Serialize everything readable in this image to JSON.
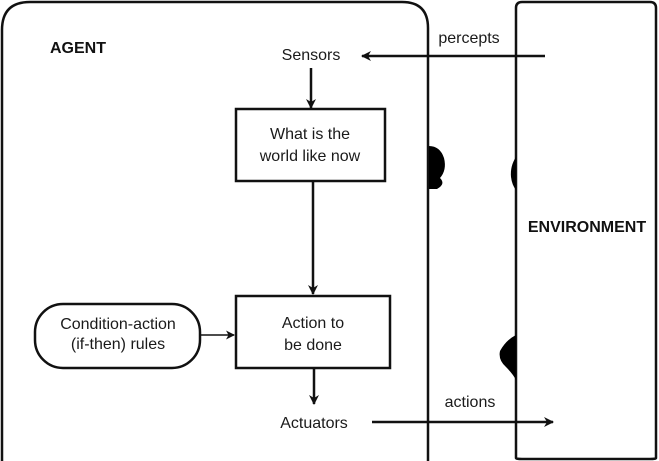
{
  "agent": {
    "title": "AGENT",
    "sensors": "Sensors",
    "state_box": {
      "line1": "What is the",
      "line2": "world like now"
    },
    "action_box": {
      "line1": "Action to",
      "line2": "be done"
    },
    "rules_box": {
      "line1": "Condition-action",
      "line2": "(if-then) rules"
    },
    "actuators": "Actuators"
  },
  "environment": {
    "title": "ENVIRONMENT"
  },
  "flows": {
    "percepts": "percepts",
    "actions": "actions"
  },
  "colors": {
    "stroke": "#111111",
    "background": "#ffffff"
  }
}
